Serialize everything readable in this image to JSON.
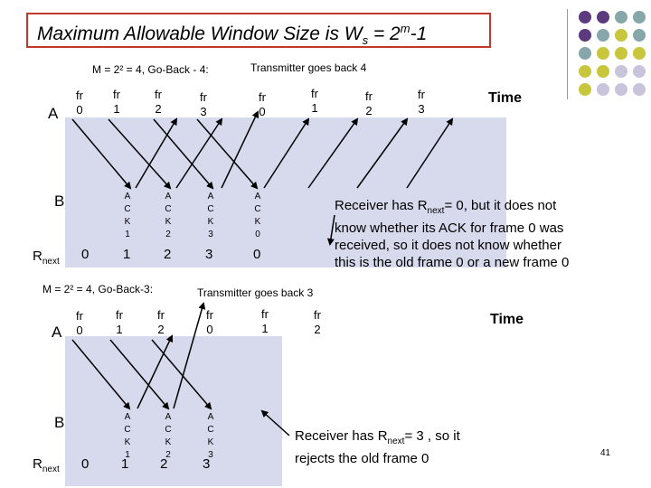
{
  "title": {
    "main": "Maximum Allowable Window Size is W",
    "sub": "s",
    "eq": " = 2",
    "sup": "m",
    "tail": "-1"
  },
  "top": {
    "header": "M  = 2² = 4,  Go-Back - 4:",
    "transmitter_note": "Transmitter goes back 4",
    "sender_label": "A",
    "receiver_label": "B",
    "frames": [
      {
        "fr": "fr",
        "num": "0"
      },
      {
        "fr": "fr",
        "num": "1"
      },
      {
        "fr": "fr",
        "num": "2"
      },
      {
        "fr": "fr",
        "num": "3"
      },
      {
        "fr": "fr",
        "num": "0"
      },
      {
        "fr": "fr",
        "num": "1"
      },
      {
        "fr": "fr",
        "num": "2"
      },
      {
        "fr": "fr",
        "num": "3"
      }
    ],
    "time_label": "Time",
    "acks": [
      {
        "l1": "A",
        "l2": "C",
        "l3": "K",
        "l4": "1"
      },
      {
        "l1": "A",
        "l2": "C",
        "l3": "K",
        "l4": "2"
      },
      {
        "l1": "A",
        "l2": "C",
        "l3": "K",
        "l4": "3"
      },
      {
        "l1": "A",
        "l2": "C",
        "l3": "K",
        "l4": "0"
      }
    ],
    "rnext_main": "R",
    "rnext_sub": "next",
    "rnext_values": [
      "0",
      "1",
      "2",
      "3",
      "0"
    ],
    "receiver_note": "Receiver has R",
    "receiver_note_sub": "next",
    "receiver_note_rest": "= 0, but it  does not know whether its ACK for frame 0 was received, so it does not know whether this is the old frame 0 or a new frame 0"
  },
  "bottom": {
    "header": "M = 2² = 4,  Go-Back-3:",
    "transmitter_note": "Transmitter goes back 3",
    "sender_label": "A",
    "receiver_label": "B",
    "frames": [
      {
        "fr": "fr",
        "num": "0"
      },
      {
        "fr": "fr",
        "num": "1"
      },
      {
        "fr": "fr",
        "num": "2"
      },
      {
        "fr": "fr",
        "num": "0"
      },
      {
        "fr": "fr",
        "num": "1"
      },
      {
        "fr": "fr",
        "num": "2"
      }
    ],
    "time_label": "Time",
    "acks": [
      {
        "l1": "A",
        "l2": "C",
        "l3": "K",
        "l4": "1"
      },
      {
        "l1": "A",
        "l2": "C",
        "l3": "K",
        "l4": "2"
      },
      {
        "l1": "A",
        "l2": "C",
        "l3": "K",
        "l4": "3"
      }
    ],
    "rnext_main": "R",
    "rnext_sub": "next",
    "rnext_values": [
      "0",
      "1",
      "2",
      "3"
    ],
    "receiver_note": "Receiver has R",
    "receiver_note_sub": "next",
    "receiver_note_rest": "= 3 , so it rejects the old frame 0"
  },
  "page_number": "41",
  "colors": {
    "title_border": "#c0392b",
    "band": "#d7d9ec",
    "dot_purple": "#5b3a7e",
    "dot_teal": "#86a7a9",
    "dot_yellow": "#c8c63c",
    "dot_lavender": "#c9c3dc"
  }
}
